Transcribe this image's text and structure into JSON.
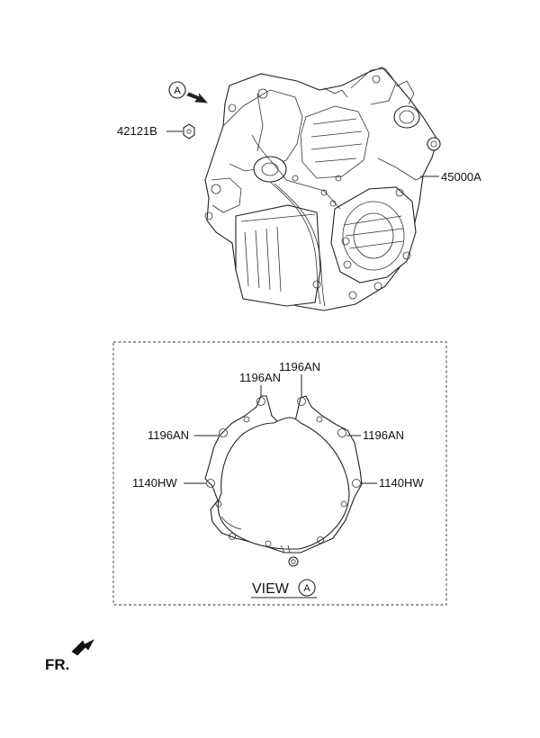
{
  "labels": {
    "view_marker": "A",
    "bolt_part": "42121B",
    "transaxle_part": "45000A",
    "gasket_top_left": "1196AN",
    "gasket_top_right": "1196AN",
    "gasket_left": "1196AN",
    "gasket_right": "1196AN",
    "dowel_left": "1140HW",
    "dowel_right": "1140HW",
    "view_text": "VIEW",
    "view_letter": "A",
    "front_label": "FR."
  }
}
